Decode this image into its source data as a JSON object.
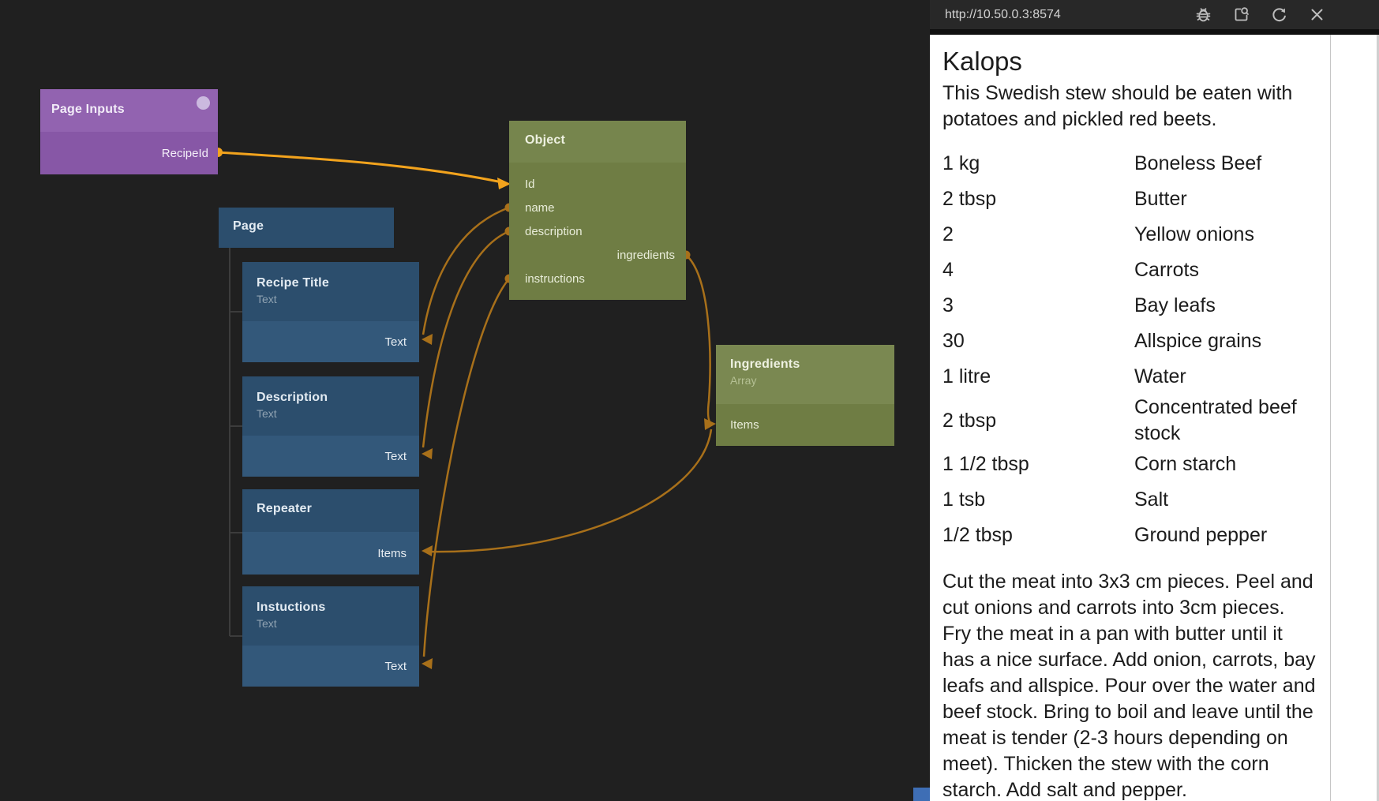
{
  "canvas": {
    "page_inputs": {
      "title": "Page Inputs",
      "port": "RecipeId"
    },
    "page": {
      "title": "Page"
    },
    "children": [
      {
        "title": "Recipe Title",
        "subtitle": "Text",
        "port": "Text"
      },
      {
        "title": "Description",
        "subtitle": "Text",
        "port": "Text"
      },
      {
        "title": "Repeater",
        "port": "Items"
      },
      {
        "title": "Instuctions",
        "subtitle": "Text",
        "port": "Text"
      }
    ],
    "object": {
      "title": "Object",
      "ports": [
        "Id",
        "name",
        "description",
        "ingredients",
        "instructions"
      ]
    },
    "ingredients_node": {
      "title": "Ingredients",
      "subtitle": "Array",
      "port": "Items"
    },
    "colors": {
      "background": "#202020",
      "node_purple": "#9263b0",
      "node_blue": "#2d5170",
      "node_green": "#76854d",
      "wire": "#a8701a",
      "wire_active": "#f2a31d"
    }
  },
  "preview": {
    "toolbar": {
      "url": "http://10.50.0.3:8574",
      "icons": [
        "debug",
        "open-in-new-window",
        "refresh",
        "close"
      ]
    },
    "recipe": {
      "title": "Kalops",
      "description": "This Swedish stew should be eaten with potatoes and pickled red beets.",
      "ingredients": [
        {
          "amount": "1 kg",
          "name": "Boneless Beef"
        },
        {
          "amount": "2 tbsp",
          "name": "Butter"
        },
        {
          "amount": "2",
          "name": "Yellow onions"
        },
        {
          "amount": "4",
          "name": "Carrots"
        },
        {
          "amount": "3",
          "name": "Bay leafs"
        },
        {
          "amount": "30",
          "name": "Allspice grains"
        },
        {
          "amount": "1 litre",
          "name": "Water"
        },
        {
          "amount": "2 tbsp",
          "name": "Concentrated beef stock"
        },
        {
          "amount": "1 1/2 tbsp",
          "name": "Corn starch"
        },
        {
          "amount": "1 tsb",
          "name": "Salt"
        },
        {
          "amount": "1/2 tbsp",
          "name": "Ground pepper"
        }
      ],
      "instructions": "Cut the meat into 3x3 cm pieces. Peel and cut onions and carrots into 3cm pieces. Fry the meat in a pan with butter until it has a nice surface. Add onion, carrots, bay leafs and allspice. Pour over the water and beef stock. Bring to boil and leave until the meat is tender (2-3 hours depending on meet). Thicken the stew with the corn starch. Add salt and pepper."
    }
  }
}
